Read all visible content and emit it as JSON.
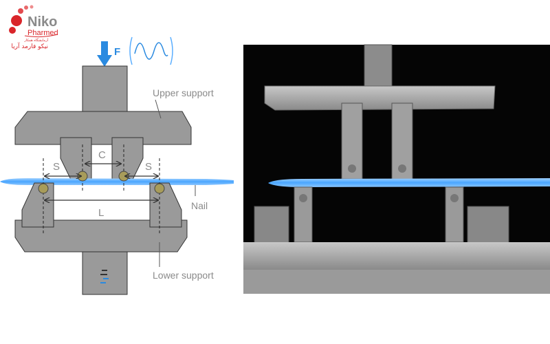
{
  "logo": {
    "brand_line1": "Niko",
    "brand_line2": "Pharmed",
    "persian_small": "آزمایشگاه همکار",
    "persian_large": "نیکو فارمد آریا"
  },
  "diagram": {
    "force_label": "F",
    "upper_support_label": "Upper support",
    "lower_support_label": "Lower support",
    "nail_label": "Nail",
    "dim_c": "C",
    "dim_s_left": "S",
    "dim_s_right": "S",
    "dim_l": "L"
  },
  "colors": {
    "part": "#9a9a9a",
    "nail": "#5aaeff",
    "force": "#2a8ae0",
    "roller": "#a89c5a",
    "photo_bg": "#050505"
  }
}
